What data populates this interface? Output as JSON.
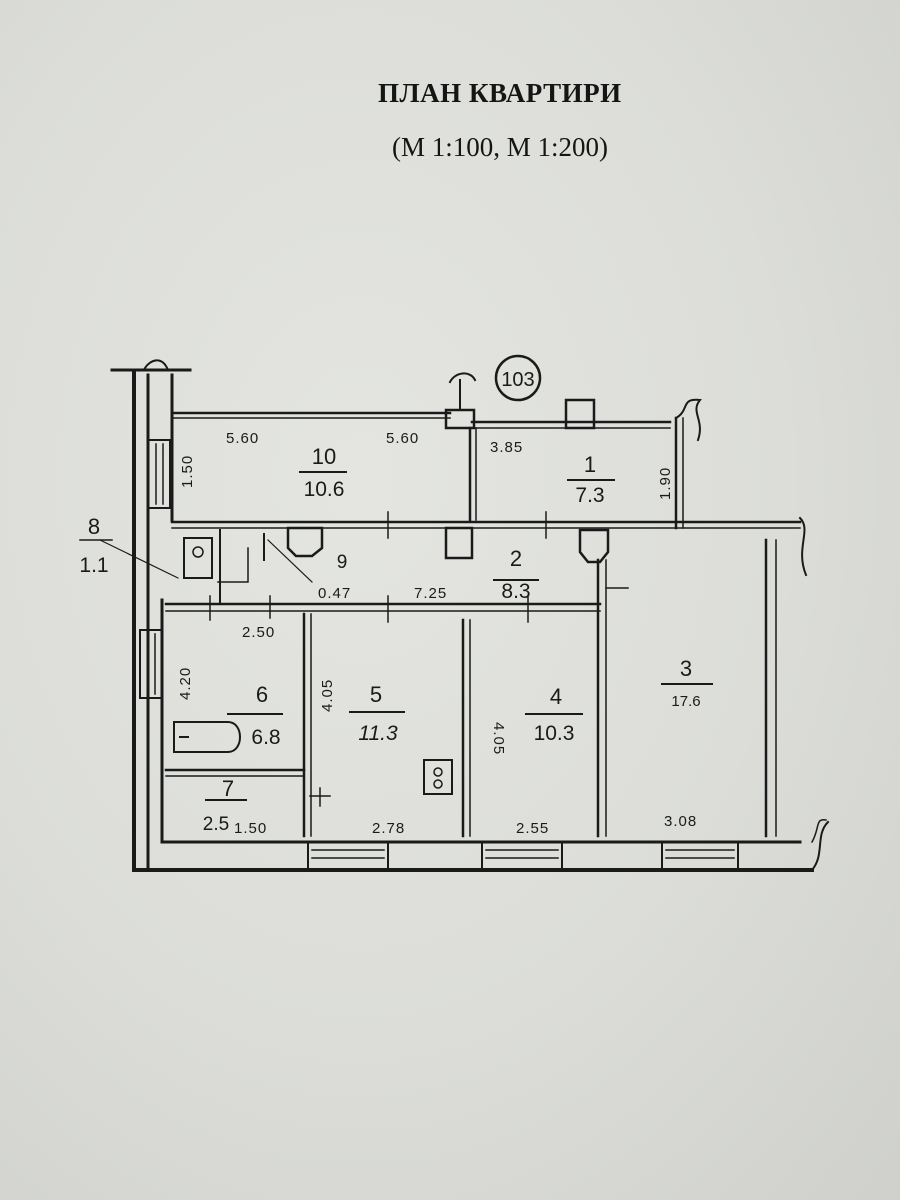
{
  "document": {
    "title": "ПЛАН КВАРТИРИ",
    "scale": "(М 1:100, М 1:200)"
  },
  "plan": {
    "apartment_number": "103",
    "rooms": [
      {
        "number": "1",
        "area": "7.3"
      },
      {
        "number": "2",
        "area": "8.3"
      },
      {
        "number": "3",
        "area": "17.6"
      },
      {
        "number": "4",
        "area": "10.3"
      },
      {
        "number": "5",
        "area": "11.3"
      },
      {
        "number": "6",
        "area": "6.8"
      },
      {
        "number": "7",
        "area": "2.5"
      },
      {
        "number": "8",
        "area": "1.1"
      },
      {
        "number": "9",
        "area": ""
      },
      {
        "number": "10",
        "area": "10.6"
      }
    ],
    "dimensions": {
      "top_left": "5.60",
      "top_middle": "5.60",
      "top_right": "3.85",
      "left_balcony": "1.50",
      "right_balcony": "1.90",
      "corridor_small": "0.47",
      "corridor_length": "7.25",
      "bath_width": "2.50",
      "height_left": "4.20",
      "height_room5": "4.05",
      "height_room4": "4.05",
      "toilet_width": "1.50",
      "room5_width": "2.78",
      "room4_width": "2.55",
      "room3_width": "3.08"
    }
  },
  "colors": {
    "paper": "#dcddd9",
    "ink": "#1a1a1a"
  }
}
